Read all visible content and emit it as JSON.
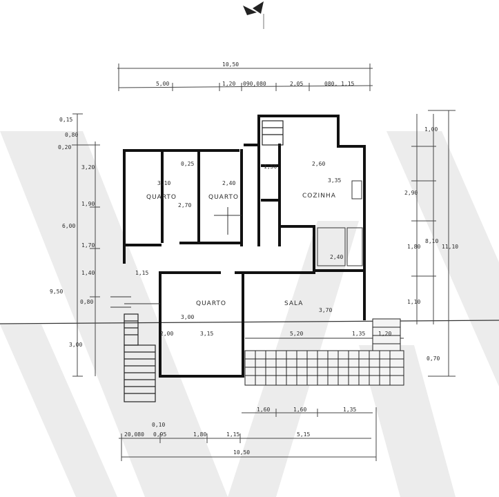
{
  "rooms": {
    "quarto_1": "QUARTO",
    "quarto_2": "QUARTO",
    "quarto_3": "QUARTO",
    "cozinha": "COZINHA",
    "sala": "SALA"
  },
  "dims": {
    "top_total": "10,50",
    "top_seg_1": "5,00",
    "top_seg_2": "1,20",
    "top_seg_3": "090,080",
    "top_seg_4": "2,05",
    "top_seg_5": "080,  1,15",
    "bottom_total": "10,50",
    "bottom_seg_1": "20,080",
    "bottom_seg_2": "0,95",
    "bottom_seg_3": "1,80",
    "bottom_seg_4": "1,15",
    "bottom_seg_5": "5,15",
    "bottom_up_1": "1,60",
    "bottom_up_2": "1,60",
    "bottom_up_3": "1,35",
    "bottom_small": "0,10",
    "left_1": "0,15",
    "left_2": "0,80",
    "left_3": "0,20",
    "left_4": "3,20",
    "left_5": "1,90",
    "left_6": "6,00",
    "left_7": "1,70",
    "left_8": "9,50",
    "left_9": "1,40",
    "left_10": "0,80",
    "left_11": "3,00",
    "right_1": "1,00",
    "right_2": "2,90",
    "right_3": "1,80",
    "right_4": "8,10",
    "right_5": "1,10",
    "right_6": "11,10",
    "right_7": "0,70",
    "r_q1_w": "3,10",
    "r_q1_h": "2,70",
    "r_q2_w": "2,40",
    "r_coz_w": "3,35",
    "r_coz_h": "2,60",
    "r_q3_w": "3,15",
    "r_sala_w": "5,20",
    "r_sala_h": "3,70",
    "r_q3_h": "3,00",
    "r_misc_1": "1,15",
    "r_misc_2": "1,50",
    "r_misc_3": "2,00",
    "r_misc_4": "1,35",
    "r_misc_5": "2,40",
    "r_misc_6": "1,20",
    "r_misc_7": "0,25"
  }
}
